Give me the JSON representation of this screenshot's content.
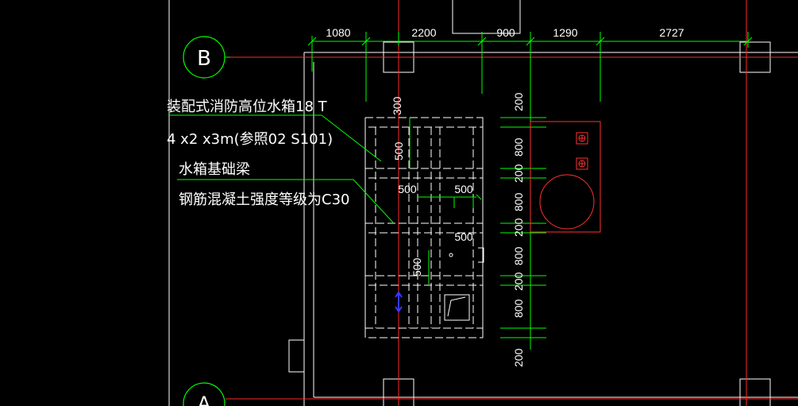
{
  "colors": {
    "background": "#000000",
    "axis_line": "#ff2a2a",
    "wall_line": "#ffffff",
    "dimension": "#00ff00",
    "text": "#ffffff",
    "pipe_marker": "#3a3aff"
  },
  "grid_axes": {
    "top": "B",
    "bottom": "A"
  },
  "top_dimensions": [
    "1080",
    "2200",
    "900",
    "1290",
    "2727"
  ],
  "annotations": {
    "tank_name": "装配式消防高位水箱18 T",
    "tank_size": "4 x2 x3m(参照02 S101)",
    "beam_name": "水箱基础梁",
    "concrete_grade": "钢筋混凝土强度等级为C30"
  },
  "inner_dimensions": {
    "vertical_300": "300",
    "vertical_500_upper": "500",
    "horizontal_500_left": "500",
    "horizontal_500_right": "500",
    "horizontal_500_mid": "500",
    "vertical_500_lower": "500"
  },
  "right_dimensions": [
    "200",
    "800",
    "200",
    "800",
    "200",
    "800",
    "200",
    "800",
    "200"
  ]
}
